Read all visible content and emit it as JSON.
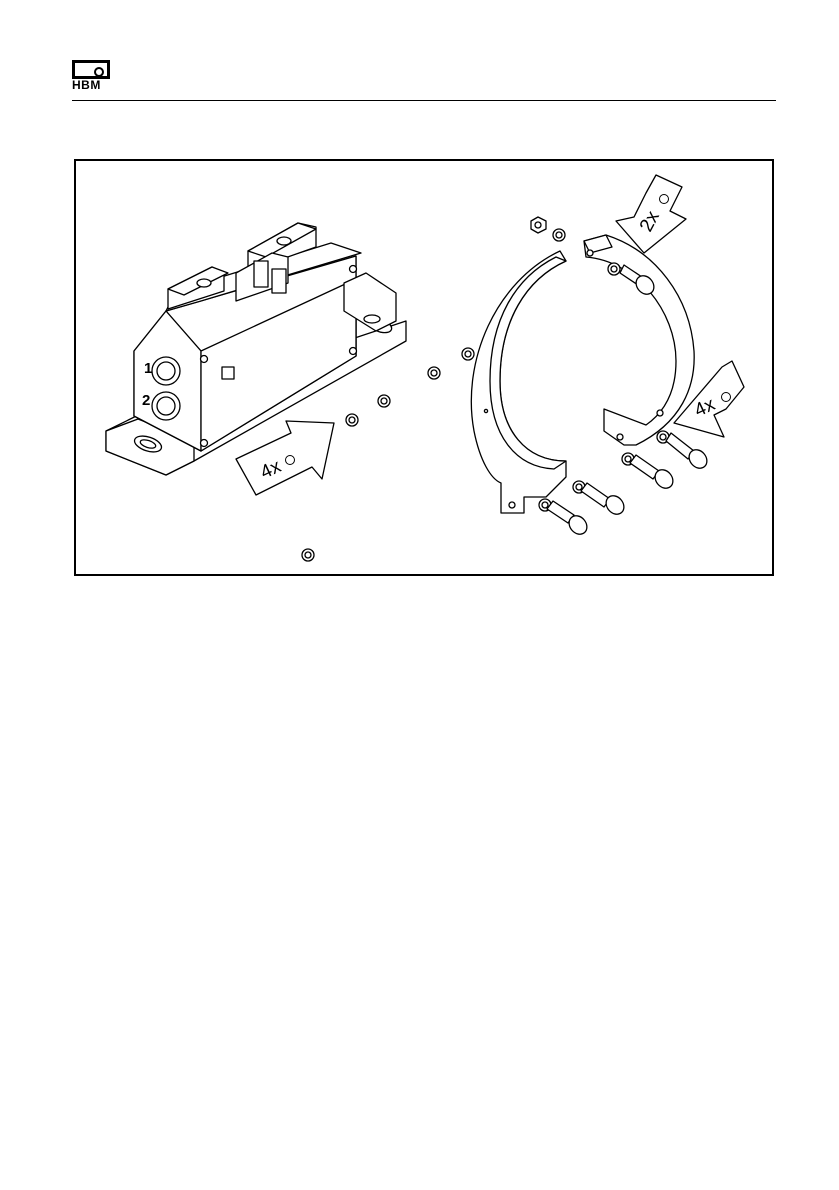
{
  "header": {
    "logo_text": "HBM"
  },
  "figure": {
    "arrow_left_label": "4x",
    "arrow_top_label": "2x",
    "arrow_right_label": "4x",
    "connector_1_label": "1",
    "connector_2_label": "2"
  }
}
